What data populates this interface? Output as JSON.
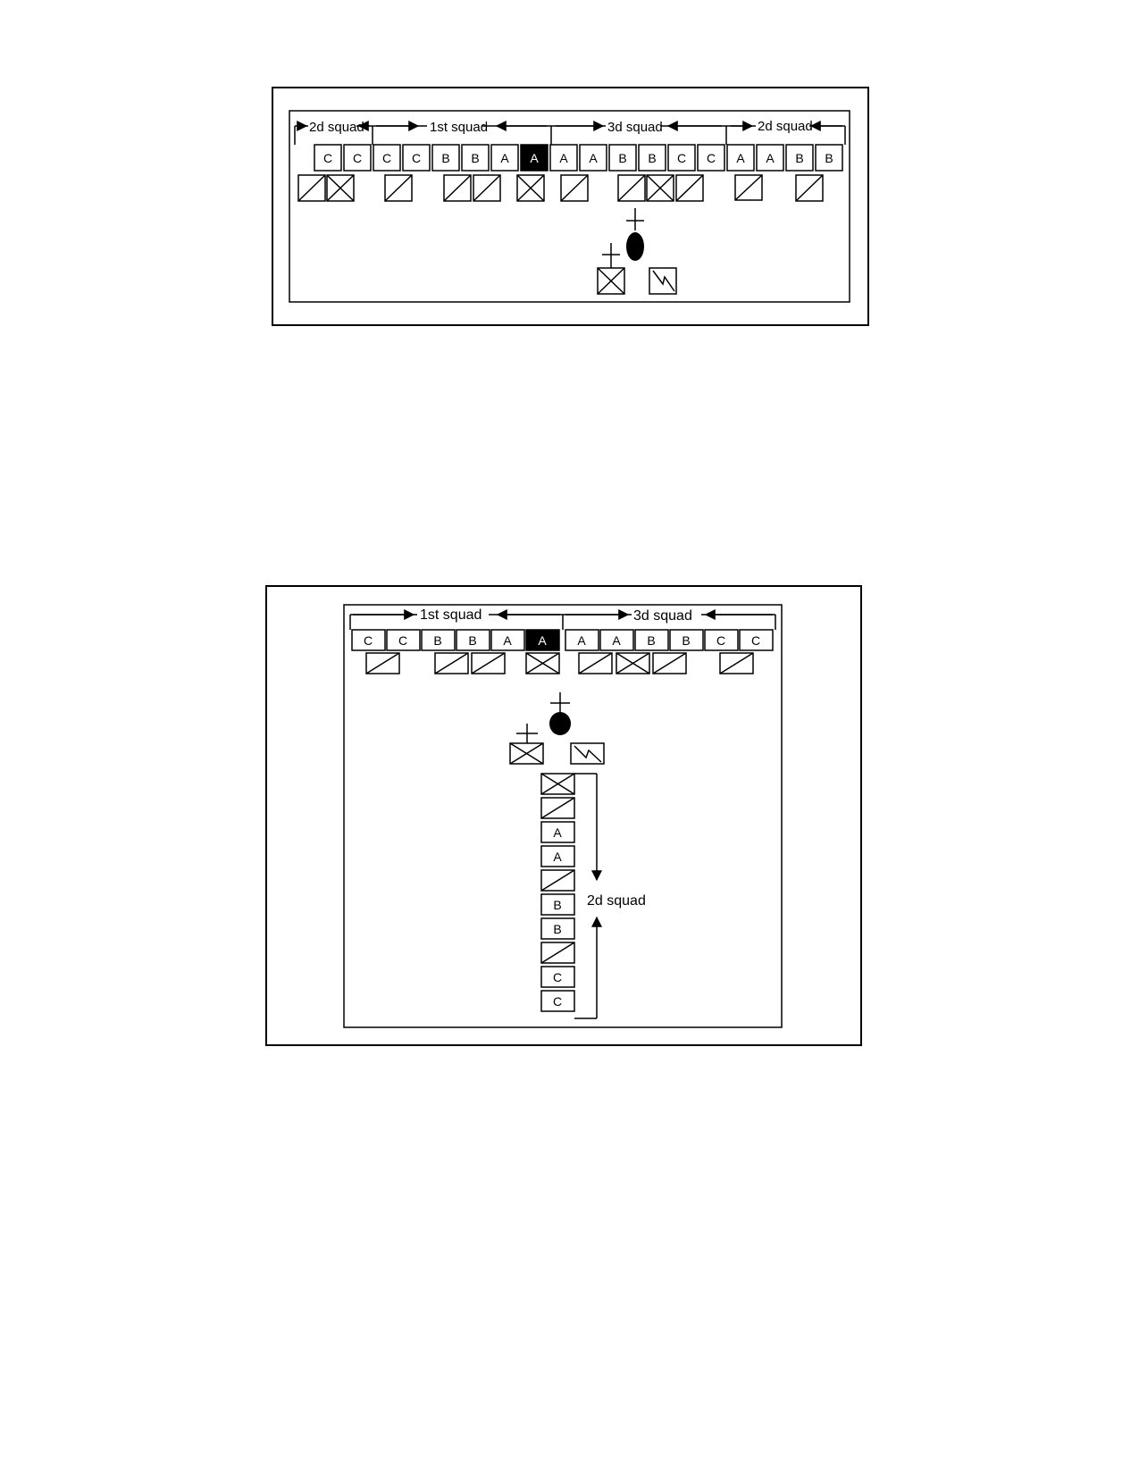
{
  "figure1": {
    "labels": {
      "left_2d": "2d squad",
      "first": "1st squad",
      "third": "3d squad",
      "right_2d": "2d squad"
    },
    "positions": [
      "C",
      "C",
      "C",
      "C",
      "B",
      "B",
      "A",
      "A",
      "A",
      "A",
      "B",
      "B",
      "C",
      "C",
      "A",
      "A",
      "B",
      "B"
    ],
    "highlight_index": 7
  },
  "figure2": {
    "labels": {
      "first": "1st squad",
      "third": "3d squad",
      "second": "2d squad"
    },
    "positions": [
      "C",
      "C",
      "B",
      "B",
      "A",
      "A",
      "A",
      "A",
      "B",
      "B",
      "C",
      "C"
    ],
    "highlight_index": 5,
    "column_positions": [
      "A",
      "A",
      "B",
      "B",
      "C",
      "C"
    ]
  },
  "colors": {
    "ink": "#000000",
    "paper": "#ffffff"
  }
}
